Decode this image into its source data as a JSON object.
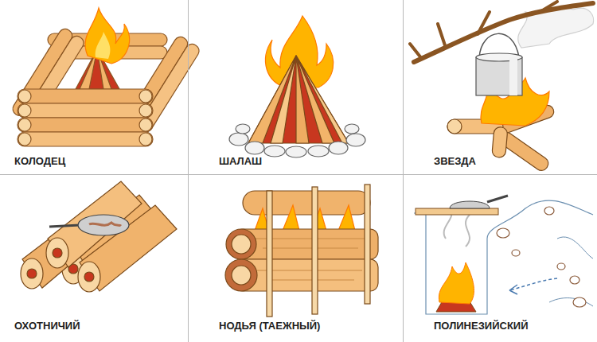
{
  "diagram": {
    "nodes": [
      {
        "text": [
          "КОЛОДЕЦ"
        ]
      },
      {
        "text": [
          "ШАЛАШ"
        ]
      },
      {
        "text": [
          "ЗВЕЗДА"
        ]
      },
      {
        "text": [
          "ОХОТНИЧИЙ"
        ]
      },
      {
        "text": [
          "НОДЬЯ (ТАЕЖНЫЙ)"
        ]
      },
      {
        "text": [
          "ПОЛИНЕЗИЙСКИЙ"
        ]
      }
    ]
  }
}
